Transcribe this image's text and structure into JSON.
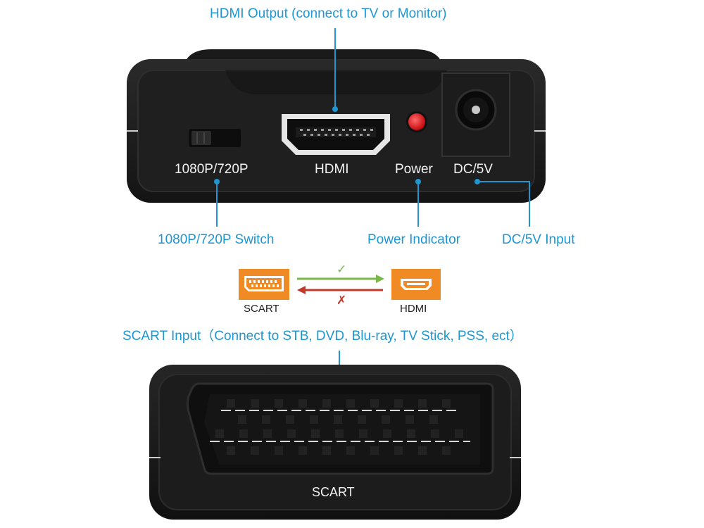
{
  "callouts": {
    "hdmi_output": "HDMI Output (connect to TV or Monitor)",
    "switch": "1080P/720P Switch",
    "power_indicator": "Power Indicator",
    "dc_input": "DC/5V Input",
    "scart_input": "SCART Input（Connect to STB, DVD, Blu-ray, TV Stick, PSS, ect）"
  },
  "top_device": {
    "switch_label": "1080P/720P",
    "hdmi_label": "HDMI",
    "power_label": "Power",
    "dc_label": "DC/5V"
  },
  "conversion": {
    "source_label": "SCART",
    "target_label": "HDMI",
    "forward_mark": "✓",
    "reverse_mark": "✗"
  },
  "bottom_device": {
    "label": "SCART"
  },
  "colors": {
    "callout": "#1e96d2",
    "device_body": "#1b1b1b",
    "orange_icon": "#f08a24",
    "green_arrow": "#7ab648",
    "red_arrow": "#c0392b",
    "power_led": "#e8141b"
  }
}
